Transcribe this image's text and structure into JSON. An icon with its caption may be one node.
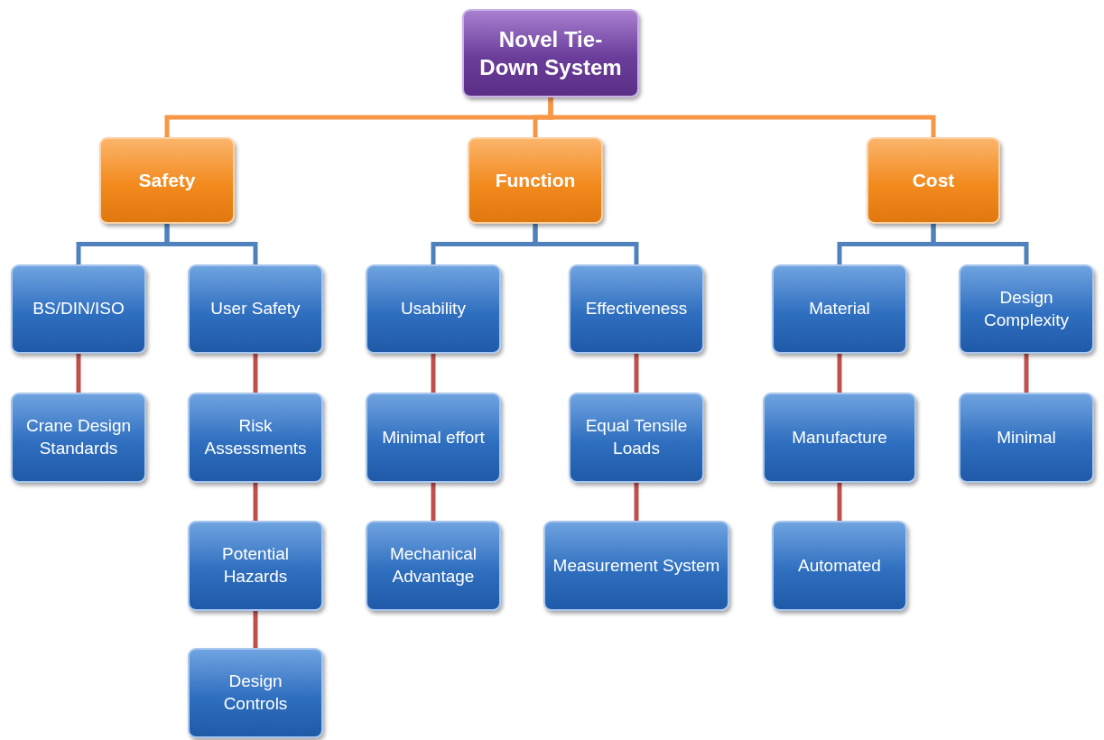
{
  "diagram": {
    "nodes": [
      {
        "text": [
          "Novel Tie-Down System"
        ]
      },
      {
        "text": [
          "Safety"
        ]
      },
      {
        "text": [
          "Function"
        ]
      },
      {
        "text": [
          "Cost"
        ]
      },
      {
        "text": [
          "BS/DIN/ISO"
        ]
      },
      {
        "text": [
          "User Safety"
        ]
      },
      {
        "text": [
          "Usability"
        ]
      },
      {
        "text": [
          "Effectiveness"
        ]
      },
      {
        "text": [
          "Material"
        ]
      },
      {
        "text": [
          "Design Complexity"
        ]
      },
      {
        "text": [
          "Crane Design Standards"
        ]
      },
      {
        "text": [
          "Risk Assessments"
        ]
      },
      {
        "text": [
          "Minimal effort"
        ]
      },
      {
        "text": [
          "Equal Tensile Loads"
        ]
      },
      {
        "text": [
          "Manufacture"
        ]
      },
      {
        "text": [
          "Minimal"
        ]
      },
      {
        "text": [
          "Potential Hazards"
        ]
      },
      {
        "text": [
          "Mechanical Advantage"
        ]
      },
      {
        "text": [
          "Measurement System"
        ]
      },
      {
        "text": [
          "Automated"
        ]
      },
      {
        "text": [
          "Design Controls"
        ]
      }
    ],
    "edges": [
      {
        "from": 0,
        "to": 1,
        "arrow": "none",
        "color": "#f79646"
      },
      {
        "from": 0,
        "to": 2,
        "arrow": "none",
        "color": "#f79646"
      },
      {
        "from": 0,
        "to": 3,
        "arrow": "none",
        "color": "#f79646"
      },
      {
        "from": 1,
        "to": 4,
        "arrow": "none",
        "color": "#4f81bd"
      },
      {
        "from": 1,
        "to": 5,
        "arrow": "none",
        "color": "#4f81bd"
      },
      {
        "from": 2,
        "to": 6,
        "arrow": "none",
        "color": "#4f81bd"
      },
      {
        "from": 2,
        "to": 7,
        "arrow": "none",
        "color": "#4f81bd"
      },
      {
        "from": 3,
        "to": 8,
        "arrow": "none",
        "color": "#4f81bd"
      },
      {
        "from": 3,
        "to": 9,
        "arrow": "none",
        "color": "#4f81bd"
      },
      {
        "from": 4,
        "to": 10,
        "arrow": "none"
      },
      {
        "from": 5,
        "to": 11,
        "arrow": "none"
      },
      {
        "from": 11,
        "to": 16,
        "arrow": "none"
      },
      {
        "from": 16,
        "to": 20,
        "arrow": "none"
      },
      {
        "from": 6,
        "to": 12,
        "arrow": "none"
      },
      {
        "from": 12,
        "to": 17,
        "arrow": "none"
      },
      {
        "from": 7,
        "to": 13,
        "arrow": "none"
      },
      {
        "from": 13,
        "to": 18,
        "arrow": "none"
      },
      {
        "from": 8,
        "to": 14,
        "arrow": "none"
      },
      {
        "from": 14,
        "to": 19,
        "arrow": "none"
      },
      {
        "from": 9,
        "to": 15,
        "arrow": "none"
      }
    ]
  }
}
